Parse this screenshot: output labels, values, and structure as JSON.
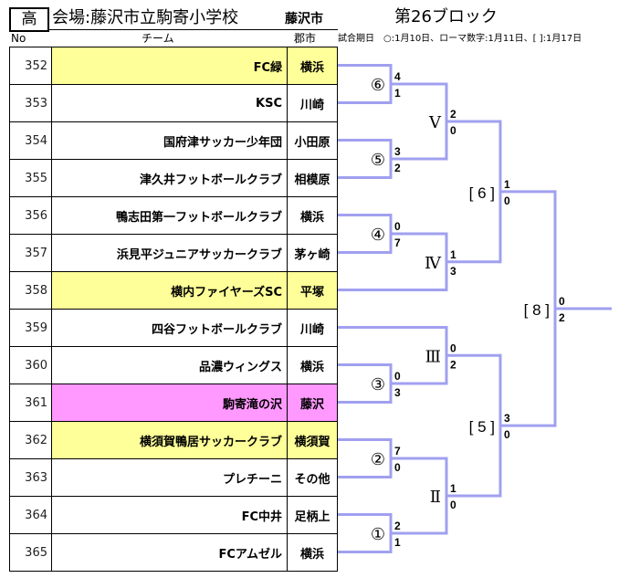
{
  "header": {
    "grade": "高",
    "venue": "会場:藤沢市立駒寄小学校",
    "city": "藤沢市",
    "block_title": "第26ブロック",
    "match_dates": "試合期日　○:1月10日、ローマ数字:1月11日、[ ]:1月17日"
  },
  "columns": {
    "no": "No",
    "team": "チーム",
    "city": "郡市"
  },
  "colors": {
    "highlight_yellow": "#ffff99",
    "highlight_pink": "#ff99ff",
    "bracket_line": "#a0a0f0"
  },
  "teams": [
    {
      "no": "352",
      "name": "FC緑",
      "city": "横浜",
      "highlight": "yellow"
    },
    {
      "no": "353",
      "name": "KSC",
      "city": "川崎",
      "highlight": ""
    },
    {
      "no": "354",
      "name": "国府津サッカー少年団",
      "city": "小田原",
      "highlight": ""
    },
    {
      "no": "355",
      "name": "津久井フットボールクラブ",
      "city": "相模原",
      "highlight": ""
    },
    {
      "no": "356",
      "name": "鴨志田第一フットボールクラブ",
      "city": "横浜",
      "highlight": ""
    },
    {
      "no": "357",
      "name": "浜見平ジュニアサッカークラブ",
      "city": "茅ヶ崎",
      "highlight": ""
    },
    {
      "no": "358",
      "name": "横内ファイヤーズSC",
      "city": "平塚",
      "highlight": "yellow"
    },
    {
      "no": "359",
      "name": "四谷フットボールクラブ",
      "city": "川崎",
      "highlight": ""
    },
    {
      "no": "360",
      "name": "品濃ウィングス",
      "city": "横浜",
      "highlight": ""
    },
    {
      "no": "361",
      "name": "駒寄滝の沢",
      "city": "藤沢",
      "highlight": "pink"
    },
    {
      "no": "362",
      "name": "横須賀鴨居サッカークラブ",
      "city": "横須賀",
      "highlight": "yellow"
    },
    {
      "no": "363",
      "name": "プレチーニ",
      "city": "その他",
      "highlight": ""
    },
    {
      "no": "364",
      "name": "FC中井",
      "city": "足柄上",
      "highlight": ""
    },
    {
      "no": "365",
      "name": "FCアムゼル",
      "city": "横浜",
      "highlight": ""
    }
  ],
  "bracket": {
    "round1": [
      {
        "label": "⑥",
        "teams": [
          0,
          1
        ],
        "scores": [
          "4",
          "1"
        ]
      },
      {
        "label": "⑤",
        "teams": [
          2,
          3
        ],
        "scores": [
          "3",
          "2"
        ]
      },
      {
        "label": "④",
        "teams": [
          4,
          5
        ],
        "scores": [
          "0",
          "7"
        ]
      },
      {
        "label": "③",
        "teams": [
          8,
          9
        ],
        "scores": [
          "0",
          "3"
        ]
      },
      {
        "label": "②",
        "teams": [
          10,
          11
        ],
        "scores": [
          "7",
          "0"
        ]
      },
      {
        "label": "①",
        "teams": [
          12,
          13
        ],
        "scores": [
          "2",
          "1"
        ]
      }
    ],
    "round2": [
      {
        "label": "Ⅴ",
        "scores": [
          "2",
          "0"
        ]
      },
      {
        "label": "Ⅳ",
        "scores": [
          "1",
          "3"
        ]
      },
      {
        "label": "Ⅲ",
        "scores": [
          "0",
          "2"
        ]
      },
      {
        "label": "Ⅱ",
        "scores": [
          "1",
          "0"
        ]
      }
    ],
    "round3": [
      {
        "label": "[ 6 ]",
        "scores": [
          "1",
          "0"
        ]
      },
      {
        "label": "[ 5 ]",
        "scores": [
          "3",
          "0"
        ]
      }
    ],
    "final": {
      "label": "[ 8 ]",
      "scores": [
        "0",
        "2"
      ]
    }
  }
}
